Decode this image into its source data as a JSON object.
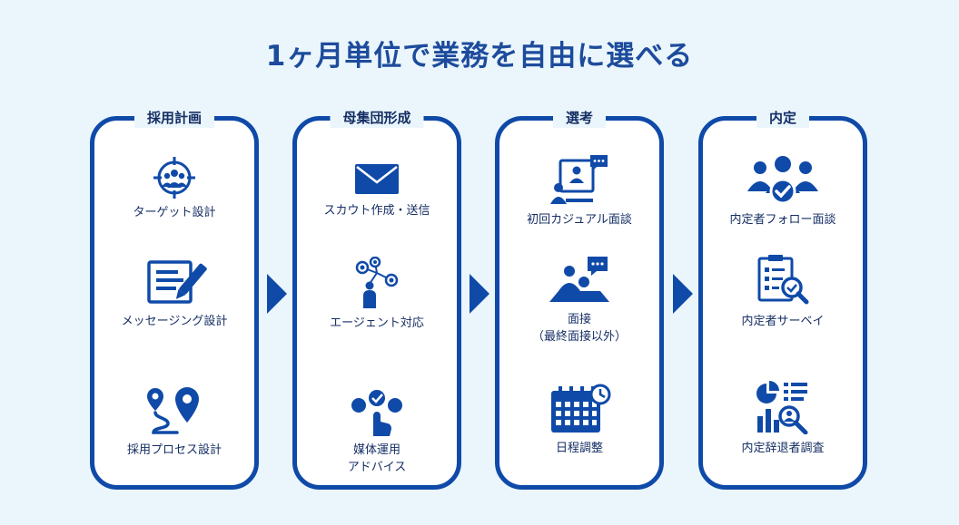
{
  "title": "1ヶ月単位で業務を自由に選べる",
  "colors": {
    "primary": "#0f4aa8",
    "background": "#eaf6fc",
    "text": "#152e64"
  },
  "stages": [
    {
      "name": "採用計画",
      "items": [
        {
          "label": "ターゲット設計",
          "icon": "target-people-icon"
        },
        {
          "label": "メッセージング設計",
          "icon": "document-pen-icon"
        },
        {
          "label": "採用プロセス設計",
          "icon": "route-pin-icon"
        }
      ]
    },
    {
      "name": "母集団形成",
      "items": [
        {
          "label": "スカウト作成・送信",
          "icon": "envelope-icon"
        },
        {
          "label": "エージェント対応",
          "icon": "network-person-icon"
        },
        {
          "label": "媒体運用",
          "label2": "アドバイス",
          "icon": "tap-select-icon"
        }
      ]
    },
    {
      "name": "選考",
      "items": [
        {
          "label": "初回カジュアル面談",
          "icon": "video-call-icon"
        },
        {
          "label": "面接",
          "label2": "（最終面接以外）",
          "icon": "interview-icon"
        },
        {
          "label": "日程調整",
          "icon": "calendar-icon"
        }
      ]
    },
    {
      "name": "内定",
      "items": [
        {
          "label": "内定者フォロー面談",
          "icon": "group-check-icon"
        },
        {
          "label": "内定者サーベイ",
          "icon": "survey-magnifier-icon"
        },
        {
          "label": "内定辞退者調査",
          "icon": "analysis-icon"
        }
      ]
    }
  ]
}
